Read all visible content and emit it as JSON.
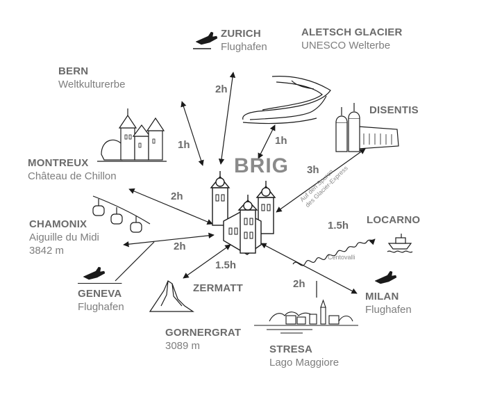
{
  "center": {
    "label": "BRIG"
  },
  "destinations": [
    {
      "id": "zurich",
      "name": "ZURICH",
      "sub": "Flughafen",
      "icon": "plane-icon"
    },
    {
      "id": "aletsch",
      "name": "ALETSCH GLACIER",
      "sub": "UNESCO Welterbe",
      "icon": "glacier-icon"
    },
    {
      "id": "bern",
      "name": "BERN",
      "sub": "Weltkulturerbe"
    },
    {
      "id": "disentis",
      "name": "DISENTIS",
      "icon": "monastery-icon"
    },
    {
      "id": "montreux",
      "name": "MONTREUX",
      "sub": "Château de Chillon",
      "icon": "castle-icon"
    },
    {
      "id": "chamonix",
      "name": "CHAMONIX",
      "sub": "Aiguille du Midi",
      "sub2": "3842 m",
      "icon": "cable-car-icon"
    },
    {
      "id": "locarno",
      "name": "LOCARNO",
      "icon": "boat-icon"
    },
    {
      "id": "geneva",
      "name": "GENEVA",
      "sub": "Flughafen",
      "icon": "plane-icon"
    },
    {
      "id": "milan",
      "name": "MILAN",
      "sub": "Flughafen",
      "icon": "plane-icon"
    },
    {
      "id": "zermatt",
      "name": "ZERMATT",
      "icon": "matterhorn-icon"
    },
    {
      "id": "gornergrat",
      "name": "GORNERGRAT",
      "sub": "3089 m"
    },
    {
      "id": "stresa",
      "name": "STRESA",
      "sub": "Lago Maggiore",
      "icon": "lake-town-icon"
    }
  ],
  "durations": {
    "zurich": "2h",
    "aletsch": "1h",
    "bern": "1h",
    "disentis": "3h",
    "montreux": "2h",
    "chamonix": "2h",
    "locarno": "1.5h",
    "zermatt": "1.5h",
    "stresa": "2h"
  },
  "annotations": {
    "glacier_express_1": "Auf den Spuren",
    "glacier_express_2": "des Glacier-Express",
    "centovalli": "Centovalli"
  },
  "colors": {
    "line": "#1a1a1a",
    "label": "#6a6a6a",
    "sub": "#7d7d7d",
    "center": "#8a8a8a"
  }
}
